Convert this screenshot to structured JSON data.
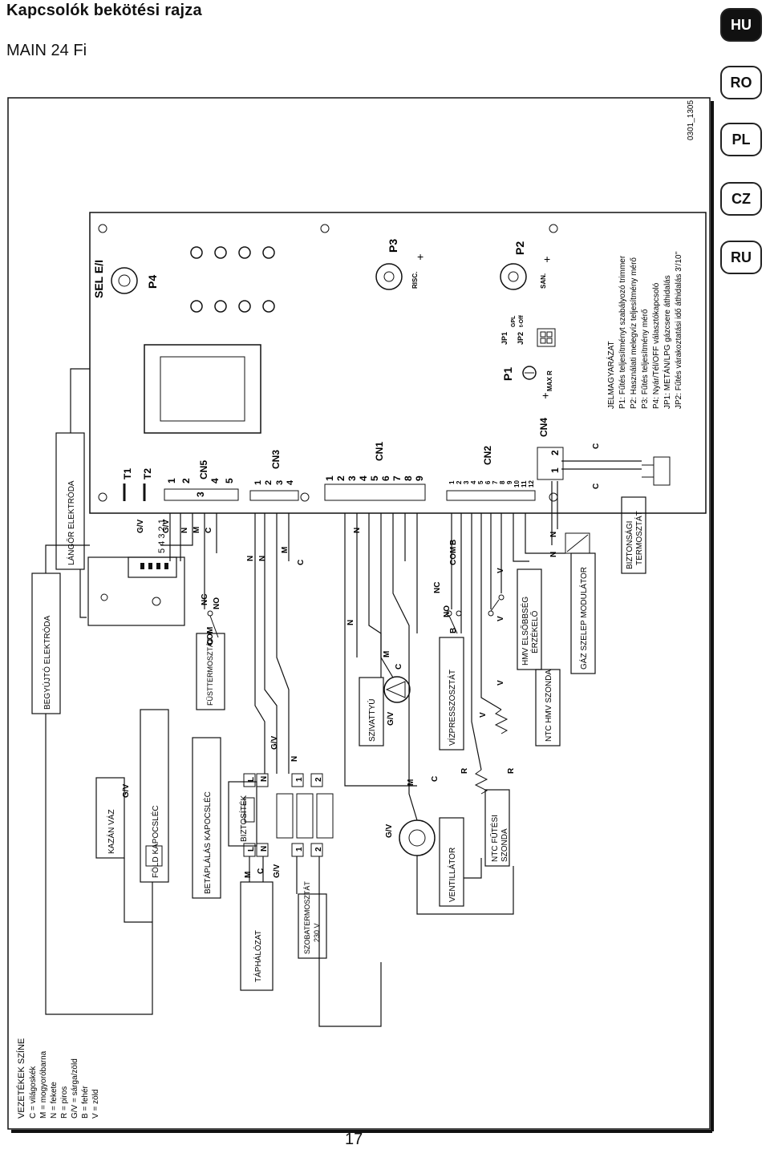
{
  "header": {
    "title": "Kapcsolók bekötési rajza",
    "model": "MAIN 24 Fi"
  },
  "languages": [
    {
      "code": "HU",
      "active": true
    },
    {
      "code": "RO",
      "active": false
    },
    {
      "code": "PL",
      "active": false
    },
    {
      "code": "CZ",
      "active": false
    },
    {
      "code": "RU",
      "active": false
    }
  ],
  "page_number": "17",
  "diagram": {
    "code": "0301_1305",
    "connectors": {
      "cn1": "CN1",
      "cn2": "CN2",
      "cn3": "CN3",
      "cn4": "CN4",
      "cn5": "CN5",
      "t1": "T1",
      "t2": "T2",
      "p1": "P1",
      "p2": "P2",
      "p3": "P3",
      "p4": "P4",
      "sel": "SEL E/I",
      "jp1": "JP1",
      "jp2": "JP2",
      "gpl": "GPL",
      "toff": "t-Off",
      "max_r": "MAX R",
      "risc": "RISC.",
      "san": "SAN."
    },
    "components": {
      "langor": "LÁNGŐR ELEKTRÓDA",
      "begyujto": "BEGYÚJTÓ ELEKTRÓDA",
      "fusttermosztat": "FÜSTTERMOSZTÁT",
      "kazan_vaz": "KAZÁN VÁZ",
      "fold": "FÖLD KAPOCSLÉC",
      "betap": "BETÁPLÁLÁS KAPOCSLÉC",
      "biztositek": "BIZTOSÍTÉK",
      "taphalozat": "TÁPHÁLÓZAT",
      "szobatermosztat": "SZOBATERMOSZTÁT",
      "v230": "230 V",
      "ventilator": "VENTILLÁTOR",
      "szivattyu": "SZIVATTYÚ",
      "vizpresszosztat": "VÍZPRESSZOSZTÁT",
      "ntc_futesi": "NTC FŰTÉSI",
      "szonda": "SZONDA",
      "ntc_hmv": "NTC HMV SZONDA",
      "hmv_elsobbseg": "HMV ELSŐBBSÉG",
      "erzekelo": "ÉRZÉKELŐ",
      "gazszelep": "GÁZ SZELEP MODULÁTOR",
      "biztonsagi": "BIZTONSÁGI",
      "termosztat": "TERMOSZTÁT"
    },
    "legend": {
      "title": "JELMAGYARÁZAT",
      "items": [
        "P1: Fűtés teljesítményt szabályozó trimmer",
        "P2: Használati melegvíz teljesítmény mérő",
        "P3: Fűtés teljesítmény mérő",
        "P4: Nyár/Tél/OFF választókapcsoló",
        "JP1: METÁN/LPG gázcsere áthidalás",
        "JP2: Fűtés várakoztatási idő áthidalás 3'/10''"
      ]
    },
    "wire_colors": {
      "title": "VEZETÉKEK SZÍNE",
      "items": [
        "C = világoskék",
        "M = mogyoróbarna",
        "N = fekete",
        "R = piros",
        "G/V = sárga/zöld",
        "B = fehér",
        "V = zöld"
      ]
    },
    "wire_labels": {
      "gv": "G/V",
      "n": "N",
      "m": "M",
      "c": "C",
      "r": "R",
      "b": "B",
      "v": "V",
      "l": "L",
      "com": "COM",
      "nc": "NC",
      "no": "NO",
      "one": "1",
      "two": "2"
    },
    "pins": {
      "cn5": [
        "1",
        "2",
        "3",
        "4",
        "5"
      ],
      "cn3": [
        "1",
        "2",
        "3",
        "4"
      ],
      "cn1": [
        "1",
        "2",
        "3",
        "4",
        "5",
        "6",
        "7",
        "8",
        "9"
      ],
      "cn2": [
        "1",
        "2",
        "3",
        "4",
        "5",
        "6",
        "7",
        "8",
        "9",
        "10",
        "11",
        "12"
      ],
      "cn4": [
        "1",
        "2"
      ],
      "ign": "5 4 3 2 1"
    }
  }
}
